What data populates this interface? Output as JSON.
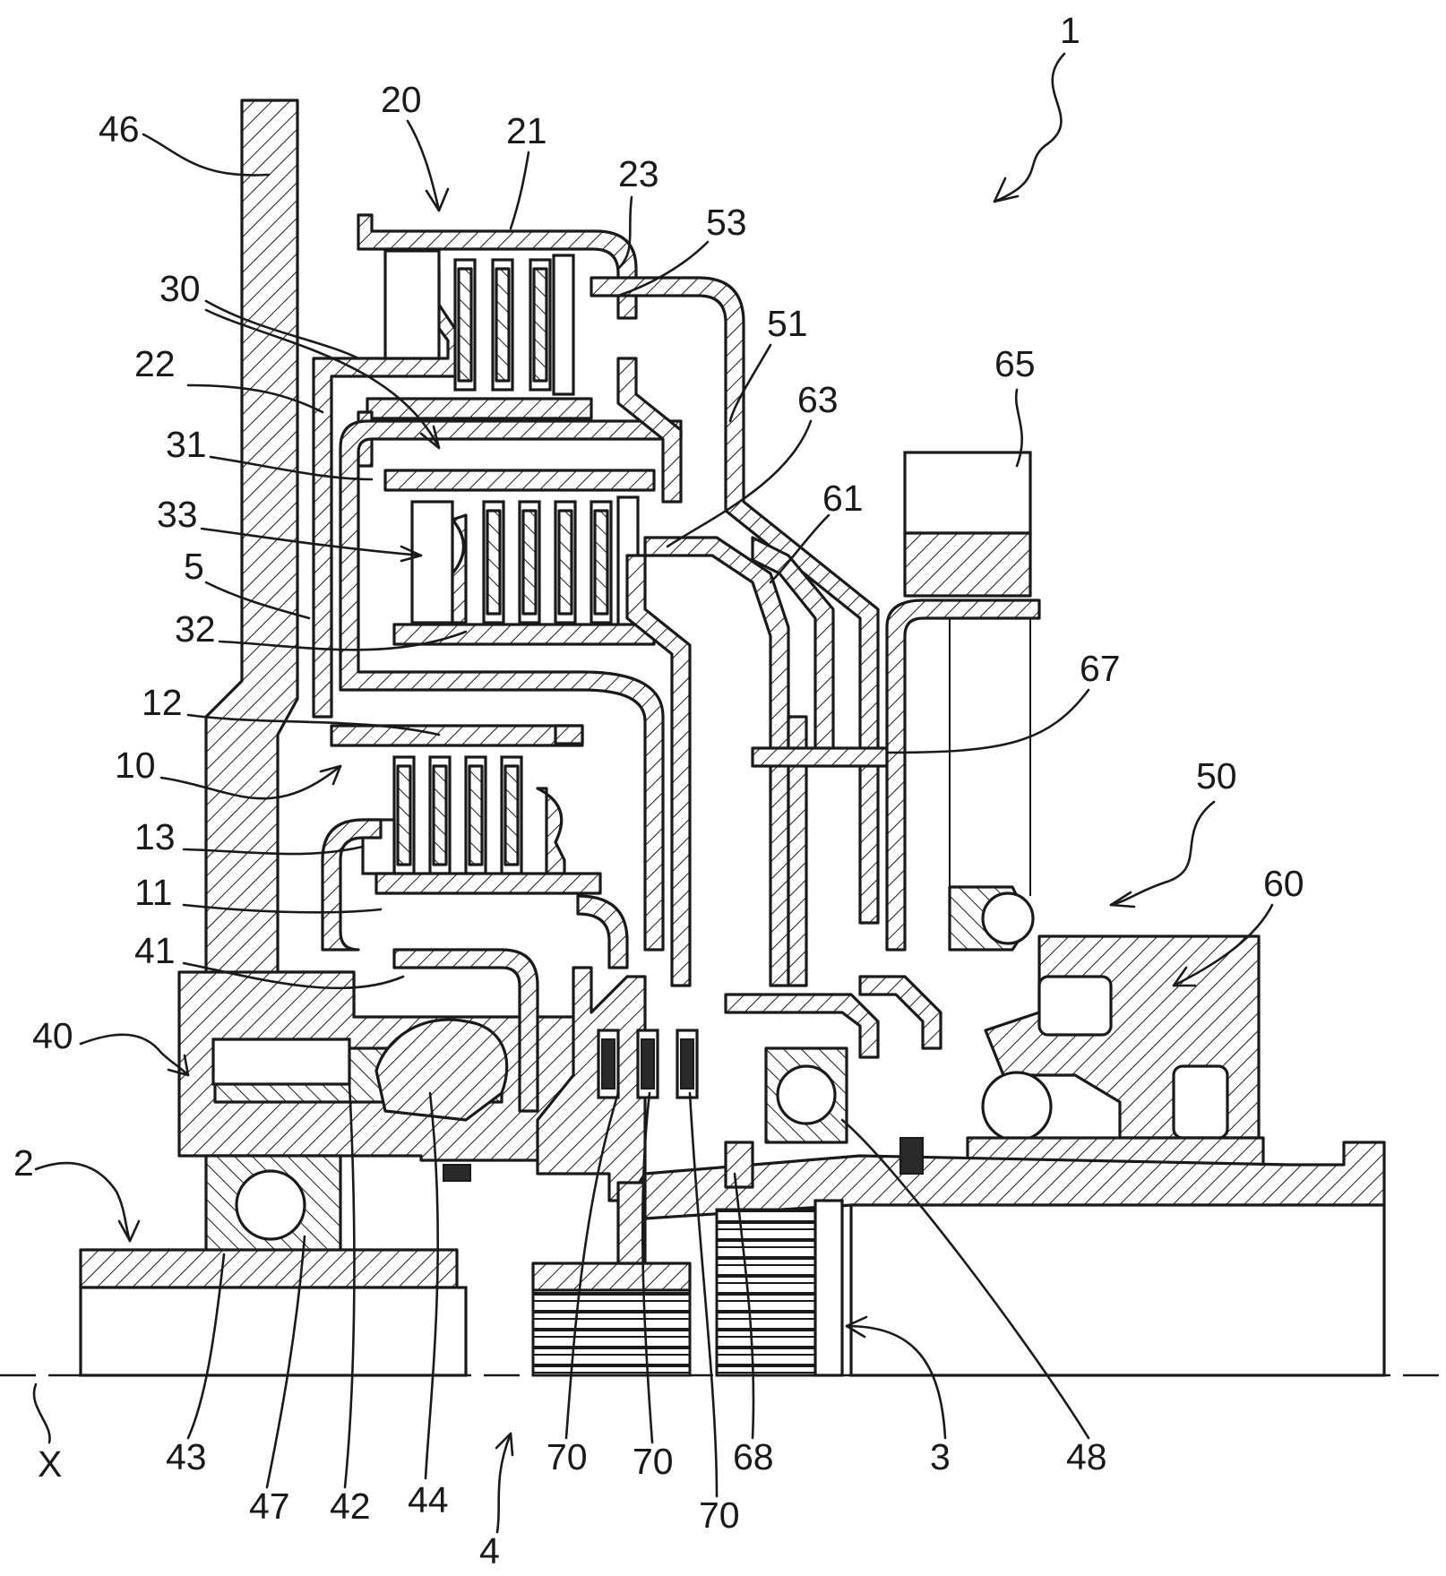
{
  "figure": {
    "labels": {
      "l1": "1",
      "l2": "2",
      "l3": "3",
      "l4": "4",
      "l5": "5",
      "l10": "10",
      "l11": "11",
      "l12": "12",
      "l13": "13",
      "l20": "20",
      "l21": "21",
      "l22": "22",
      "l23": "23",
      "l30": "30",
      "l31": "31",
      "l32": "32",
      "l33": "33",
      "l40": "40",
      "l41": "41",
      "l42": "42",
      "l43": "43",
      "l44": "44",
      "l46": "46",
      "l47": "47",
      "l48": "48",
      "l50": "50",
      "l51": "51",
      "l53": "53",
      "l60": "60",
      "l61": "61",
      "l63": "63",
      "l65": "65",
      "l67": "67",
      "l68": "68",
      "l70a": "70",
      "l70b": "70",
      "l70c": "70",
      "lX": "X"
    }
  }
}
